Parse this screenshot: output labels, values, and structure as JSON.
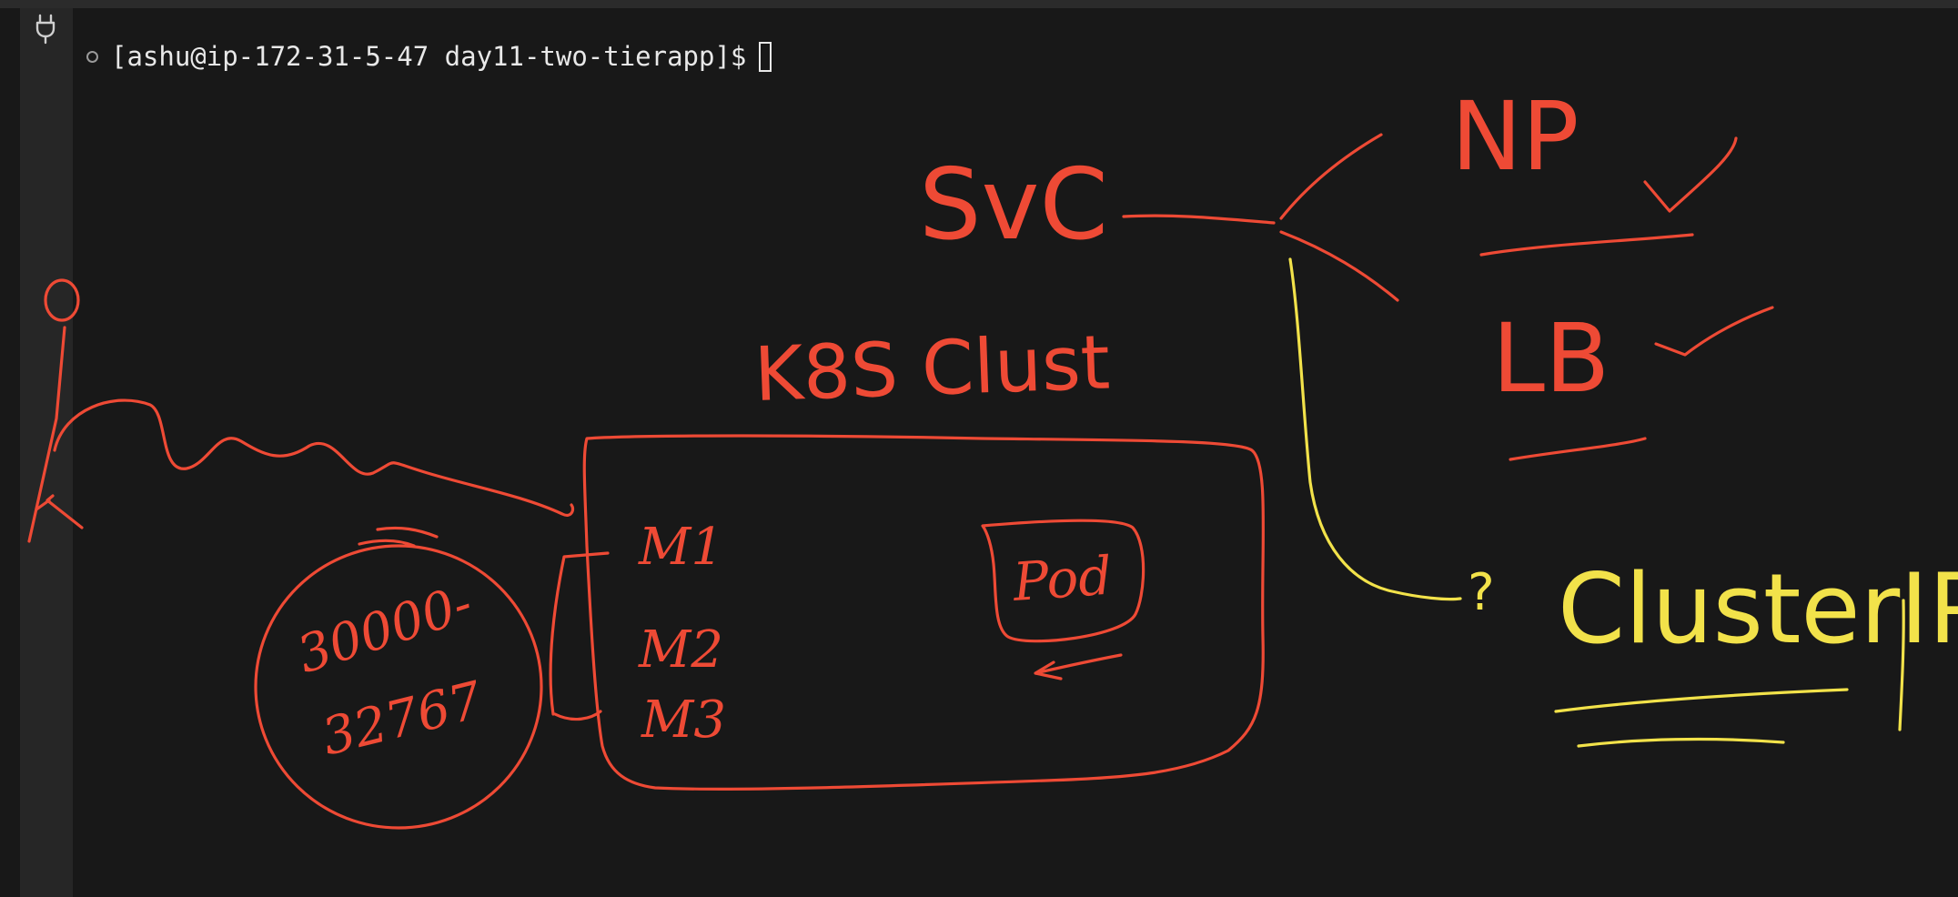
{
  "terminal": {
    "prompt": "[ashu@ip-172-31-5-47 day11-two-tierapp]$"
  },
  "sketch": {
    "labels": {
      "svc": "SvC",
      "np": "NP",
      "lb": "LB",
      "cluster_ip": "ClusterIP",
      "k8s_cluster": "K8S Clust",
      "pod": "Pod",
      "m1": "M1",
      "m2": "M2",
      "m3": "M3",
      "port_range_start": "30000-",
      "port_range_end": "32767",
      "question": "?"
    },
    "colors": {
      "red_ink": "#ee4a35",
      "yellow_ink": "#f2e24a",
      "background": "#181818"
    }
  }
}
